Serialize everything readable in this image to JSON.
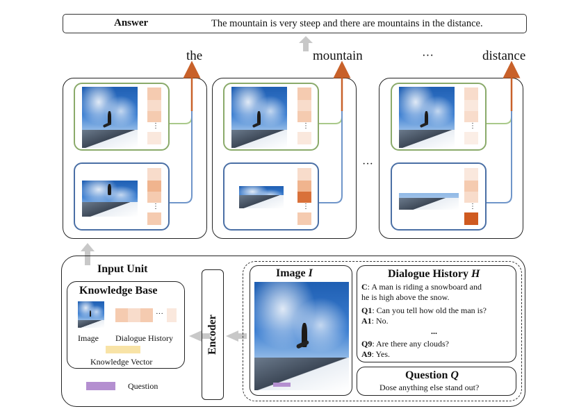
{
  "answer": {
    "label": "Answer",
    "text": "The mountain is very steep and there are mountains in the distance."
  },
  "output_words": [
    "the",
    "mountain",
    "···",
    "distance"
  ],
  "ellipsis": "···",
  "vector_ellipsis": "⋮",
  "input_unit": {
    "title": "Input Unit",
    "knowledge_base": {
      "title": "Knowledge Base",
      "image_label": "Image",
      "history_label": "Dialogue History",
      "vector_label": "Knowledge Vector",
      "dots": "···"
    },
    "legend_question": "Question",
    "encoder_label": "Encoder",
    "image_title": "Image ",
    "image_symbol": "I",
    "history": {
      "title": "Dialogue History ",
      "symbol": "H",
      "c_key": "C",
      "c_text_1": ": A man is riding a snowboard and",
      "c_text_2": "he is high above the snow.",
      "q1_key": "Q1",
      "q1_text": ": Can you tell  how old the man is?",
      "a1_key": "A1",
      "a1_text": ": No.",
      "mid_dots": "...",
      "q9_key": "Q9",
      "q9_text": ": Are there any clouds?",
      "a9_key": "A9",
      "a9_text": ": Yes."
    },
    "question": {
      "title": "Question ",
      "symbol": "Q",
      "text": "Dose anything else stand out?"
    }
  },
  "colors": {
    "green": "#8aaa6a",
    "blue": "#4a6fa5",
    "orange_arrow": "#c8612a",
    "gray_arrow": "#c8c8c8",
    "purple": "#b48fd0",
    "yellow": "#f8e3a6"
  }
}
